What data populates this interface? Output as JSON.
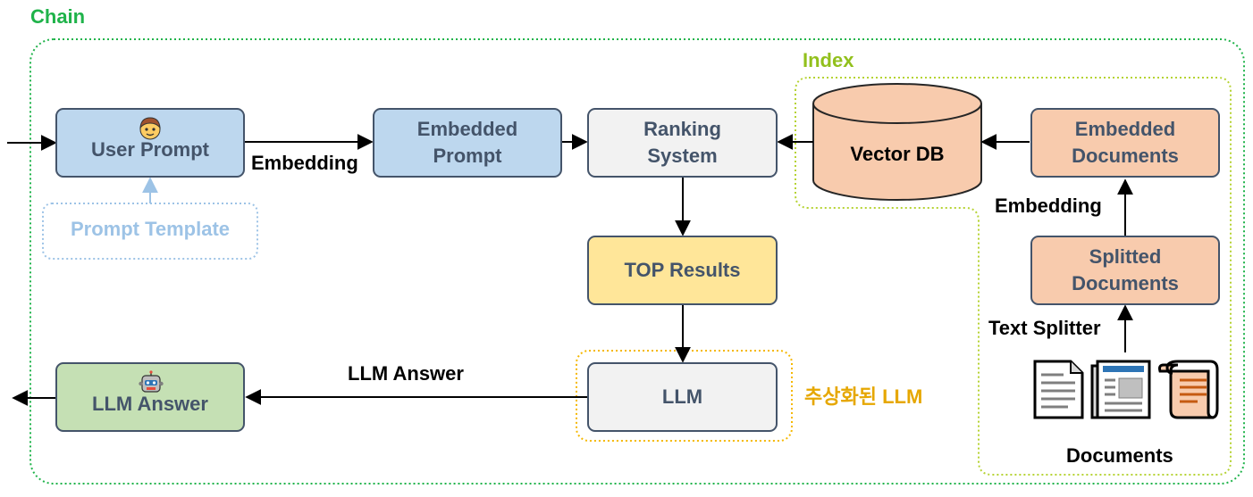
{
  "chain": {
    "title": "Chain",
    "color": "#1fb34a"
  },
  "index": {
    "title": "Index",
    "color": "#92c01c"
  },
  "abstracted_llm": {
    "label": "추상화된 LLM",
    "color": "#e6a700"
  },
  "nodes": {
    "user_prompt": {
      "label": "User Prompt",
      "icon": "person-icon"
    },
    "prompt_template": {
      "label": "Prompt Template"
    },
    "embedded_prompt": {
      "line1": "Embedded",
      "line2": "Prompt"
    },
    "ranking_system": {
      "line1": "Ranking",
      "line2": "System"
    },
    "vector_db": {
      "label": "Vector DB"
    },
    "embedded_documents": {
      "line1": "Embedded",
      "line2": "Documents"
    },
    "splitted_documents": {
      "line1": "Splitted",
      "line2": "Documents"
    },
    "top_results": {
      "label": "TOP Results"
    },
    "llm": {
      "label": "LLM"
    },
    "llm_answer": {
      "label": "LLM Answer",
      "icon": "robot-icon"
    },
    "documents": {
      "label": "Documents"
    }
  },
  "edges": {
    "embedding_query": "Embedding",
    "embedding_docs": "Embedding",
    "text_splitter": "Text Splitter",
    "llm_answer": "LLM Answer"
  },
  "colors": {
    "blue_node": "#bdd7ee",
    "gray_node": "#f2f2f2",
    "yellow_node": "#ffe699",
    "orange_node": "#f8cbad",
    "green_node": "#c5e0b4",
    "border": "#44546a"
  }
}
